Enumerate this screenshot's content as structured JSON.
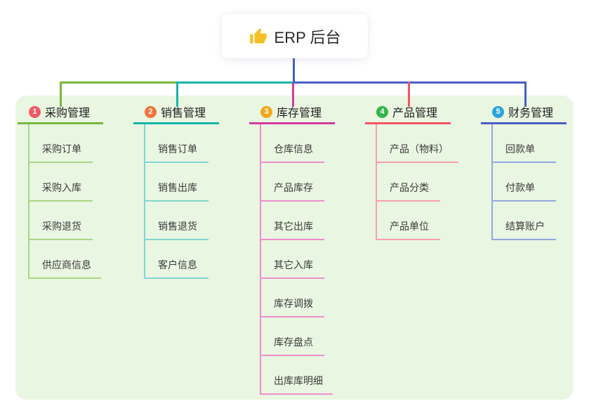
{
  "root": {
    "title": "ERP 后台",
    "icon": "thumbs-up-icon"
  },
  "colors": {
    "page_bg": "#ffffff",
    "panel_bg": "#e9f6e1",
    "root_stem": "#4a5ec4",
    "connector_green": "#76b83f",
    "connector_teal": "#14b5ac",
    "connector_blue": "#4a5ec4",
    "connector_magenta": "#d63a9e",
    "connector_red": "#f25562",
    "icon_yellow": "#f6c026"
  },
  "branches": [
    {
      "number": "1",
      "title": "采购管理",
      "badge_color": "#ee5a68",
      "line_color": "#76b83f",
      "line_light": "#a9d584",
      "children": [
        "采购订单",
        "采购入库",
        "采购退货",
        "供应商信息"
      ]
    },
    {
      "number": "2",
      "title": "销售管理",
      "badge_color": "#f0743a",
      "line_color": "#14b5ac",
      "line_light": "#82d6cf",
      "children": [
        "销售订单",
        "销售出库",
        "销售退货",
        "客户信息"
      ]
    },
    {
      "number": "3",
      "title": "库存管理",
      "badge_color": "#f0a81c",
      "line_color": "#d63a9e",
      "line_light": "#ee8ec9",
      "children": [
        "仓库信息",
        "产品库存",
        "其它出库",
        "其它入库",
        "库存调拨",
        "库存盘点",
        "出库库明细"
      ]
    },
    {
      "number": "4",
      "title": "产品管理",
      "badge_color": "#35b44a",
      "line_color": "#f25562",
      "line_light": "#f7a0a7",
      "children": [
        "产品（物料）",
        "产品分类",
        "产品单位"
      ]
    },
    {
      "number": "5",
      "title": "财务管理",
      "badge_color": "#2ba4de",
      "line_color": "#4a5ec4",
      "line_light": "#93a7e0",
      "children": [
        "回款单",
        "付款单",
        "结算账户"
      ]
    }
  ]
}
